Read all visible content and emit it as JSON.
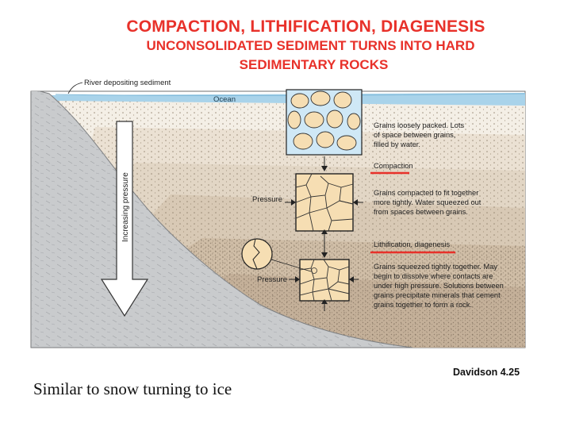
{
  "title": {
    "line1": "COMPACTION,  LITHIFICATION,  DIAGENESIS",
    "line2": "UNCONSOLIDATED SEDIMENT TURNS INTO HARD",
    "line3": "SEDIMENTARY ROCKS"
  },
  "labels": {
    "river": "River depositing sediment",
    "ocean": "Ocean",
    "increasing_pressure": "Increasing pressure",
    "pressure": "Pressure"
  },
  "notes": {
    "loose": [
      "Grains loosely packed. Lots",
      "of space between grains,",
      "filled by water."
    ],
    "compaction_heading": "Compaction",
    "compacted": [
      "Grains compacted to fit together",
      "more tightly. Water squeezed out",
      "from spaces between grains."
    ],
    "lithification_heading": "Lithification, diagenesis",
    "lithified": [
      "Grains squeezed tightly together. May",
      "begin to dissolve where contacts are",
      "under high pressure. Solutions between",
      "grains precipitate minerals that cement",
      "grains together to form a rock."
    ]
  },
  "caption": "Similar to snow turning to ice",
  "source": "Davidson 4.25",
  "colors": {
    "title": "#e8312a",
    "ocean": "#a9d3ea",
    "bedrock": "#c9cbcd",
    "grain": "#f6deb3",
    "underline": "#e8312a"
  }
}
